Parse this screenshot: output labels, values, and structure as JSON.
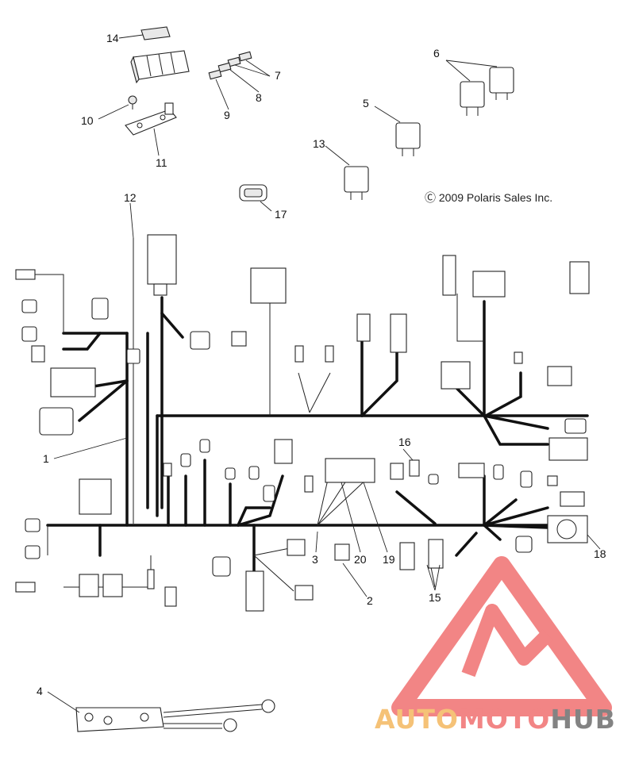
{
  "copyright": "Ⓒ 2009 Polaris Sales Inc.",
  "callouts": {
    "c1": "1",
    "c2": "2",
    "c3": "3",
    "c4": "4",
    "c5": "5",
    "c6": "6",
    "c7": "7",
    "c8": "8",
    "c9": "9",
    "c10": "10",
    "c11": "11",
    "c12": "12",
    "c13": "13",
    "c14": "14",
    "c15": "15",
    "c16": "16",
    "c17": "17",
    "c18": "18",
    "c19": "19",
    "c20": "20"
  },
  "watermark": {
    "part1": "AUTO",
    "part2": "MOTO",
    "part3": "HUB",
    "colors": {
      "red": "#f07070",
      "orange": "#f4b860",
      "gray": "#6e6e6e"
    }
  }
}
